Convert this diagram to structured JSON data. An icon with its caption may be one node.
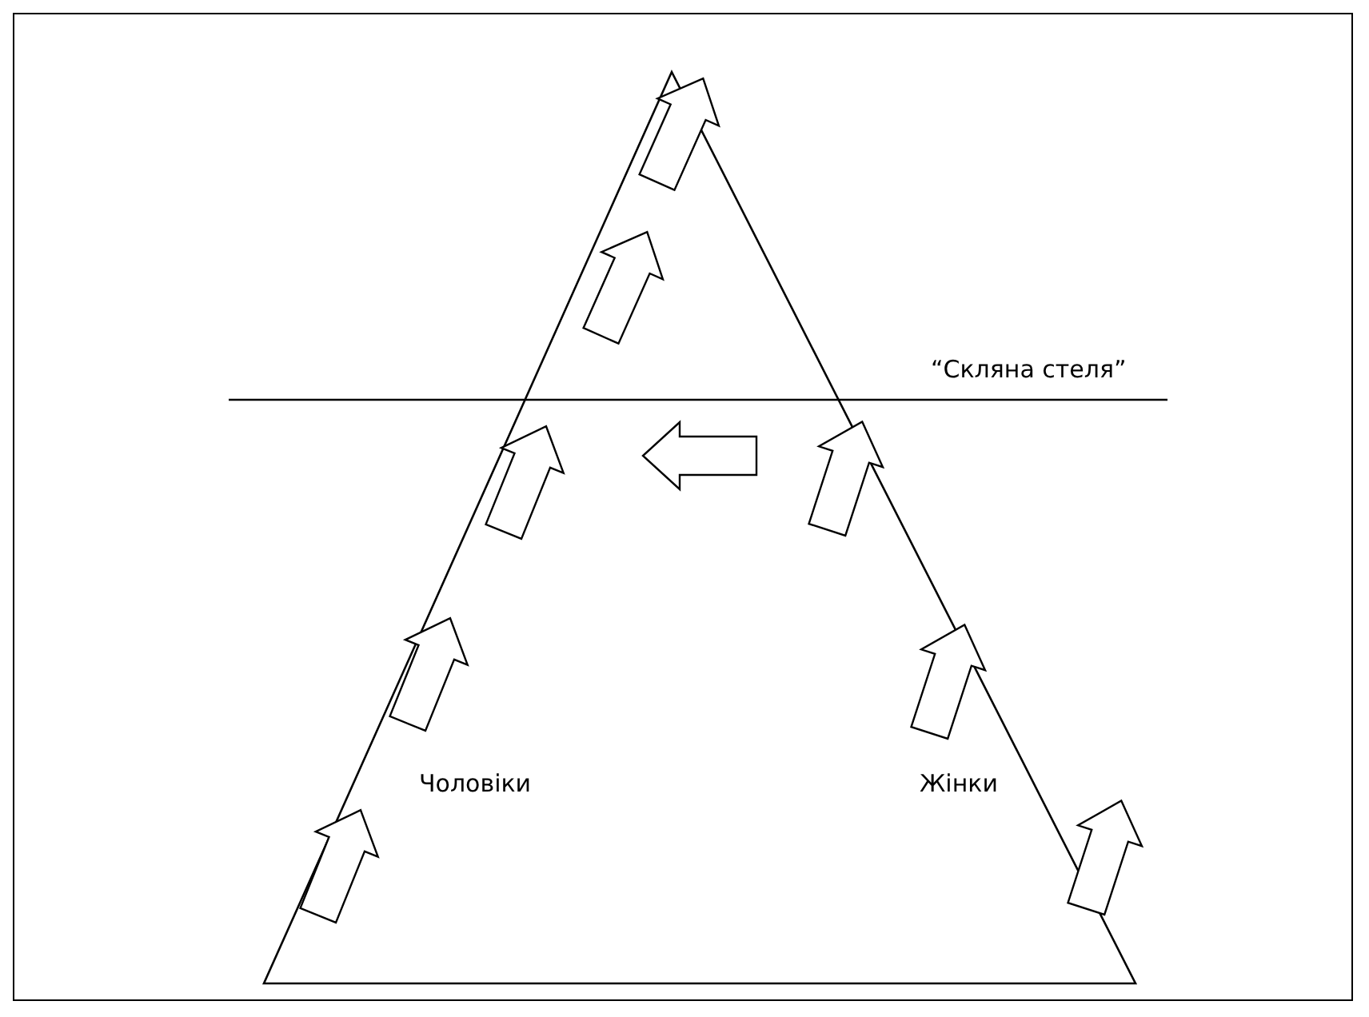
{
  "diagram": {
    "labels": [
      "“Скляна стеля”",
      "Чоловіки",
      "Жінки"
    ]
  }
}
